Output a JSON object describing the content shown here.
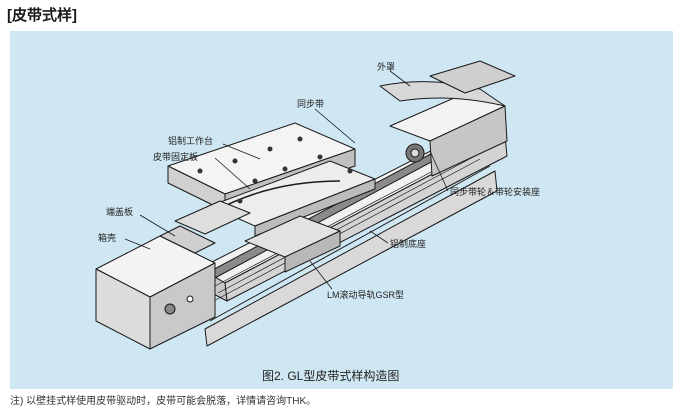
{
  "header": {
    "title": "[皮带式样]"
  },
  "figure": {
    "caption": "图2. GL型皮带式样构造图",
    "labels": {
      "outer_cover": "外罩",
      "timing_belt": "同步带",
      "aluminum_table": "铝制工作台",
      "belt_fixing_plate": "皮带固定板",
      "end_cover_plate": "端盖板",
      "housing": "箱壳",
      "pulley_mount": "同步带轮＆带轮安装座",
      "aluminum_base": "铝制底座",
      "lm_guide": "LM滚动导轨GSR型"
    }
  },
  "footer": {
    "note": "注) 以壁挂式样使用皮带驱动时，皮带可能会脱落，详情请咨询THK。"
  },
  "colors": {
    "panel_bg": "#cfe7f3",
    "machine_fill": "#e9e9e9",
    "machine_dark": "#bdbdbd",
    "line": "#1a1a1a"
  }
}
